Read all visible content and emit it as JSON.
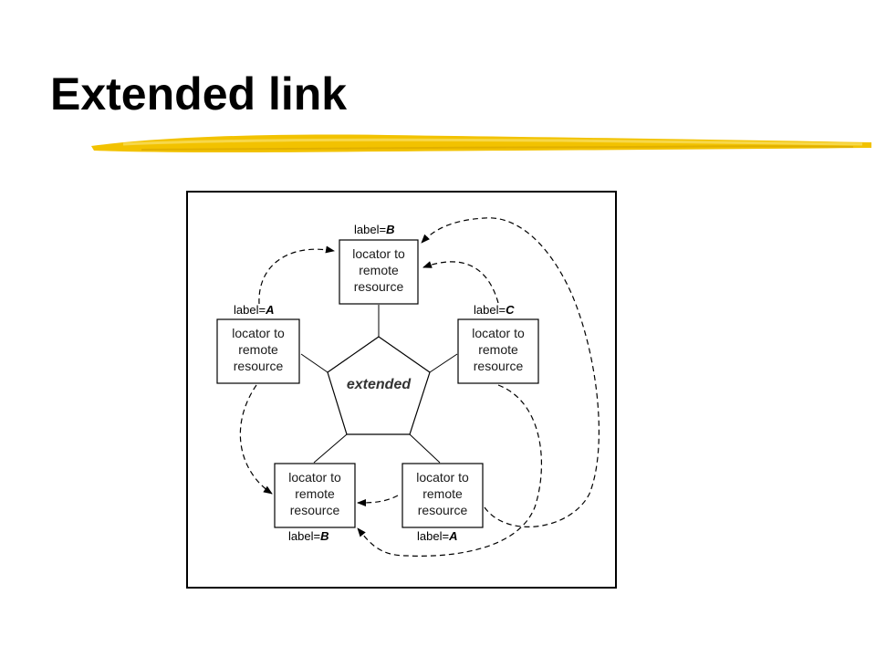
{
  "slide": {
    "title": "Extended link",
    "underline_color": "#f2c200"
  },
  "diagram": {
    "center_label": "extended",
    "locator_boxes": [
      {
        "id": "top",
        "lines": [
          "locator to",
          "remote",
          "resource"
        ],
        "label_key": "label=",
        "label_value": "B"
      },
      {
        "id": "left",
        "lines": [
          "locator to",
          "remote",
          "resource"
        ],
        "label_key": "label=",
        "label_value": "A"
      },
      {
        "id": "right",
        "lines": [
          "locator to",
          "remote",
          "resource"
        ],
        "label_key": "label=",
        "label_value": "C"
      },
      {
        "id": "bottom-left",
        "lines": [
          "locator to",
          "remote",
          "resource"
        ],
        "label_key": "label=",
        "label_value": "B"
      },
      {
        "id": "bottom-right",
        "lines": [
          "locator to",
          "remote",
          "resource"
        ],
        "label_key": "label=",
        "label_value": "A"
      }
    ]
  }
}
